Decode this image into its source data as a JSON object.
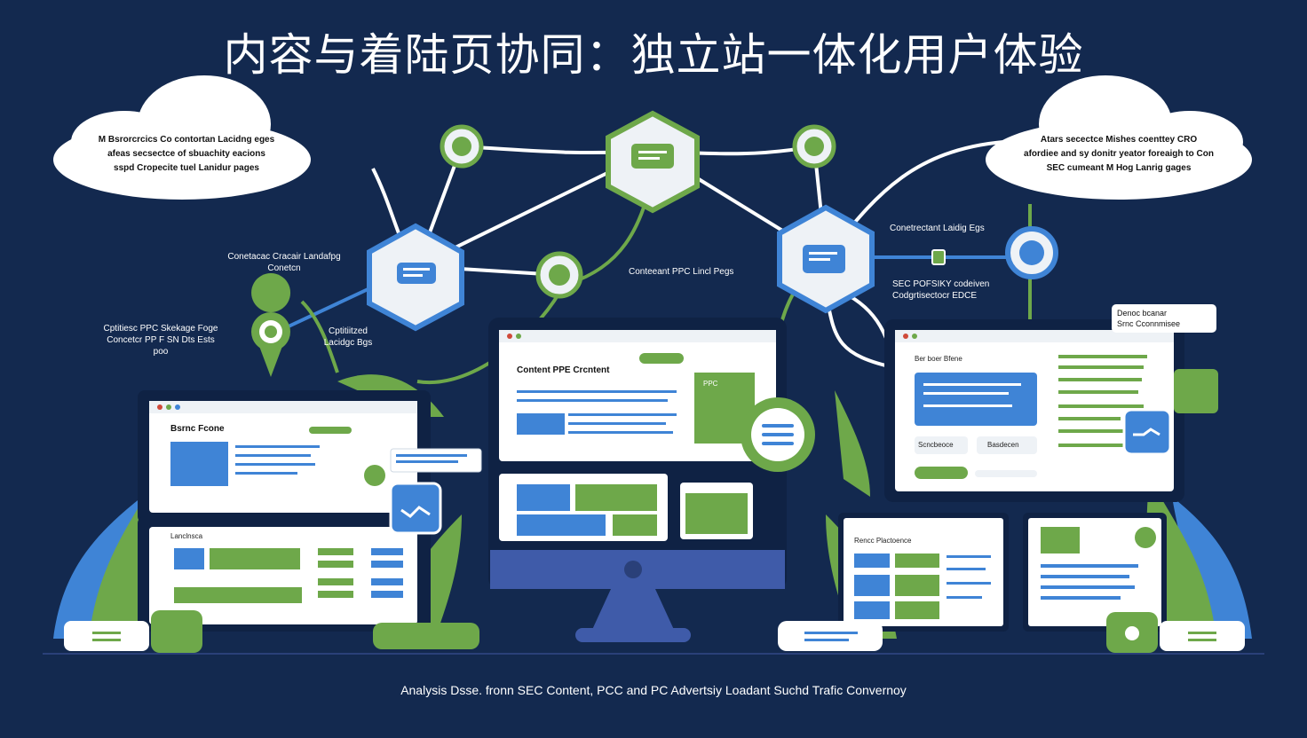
{
  "title": "内容与着陆页协同：独立站一体化用户体验",
  "colors": {
    "background": "#13294f",
    "green": "#6ea84a",
    "blue": "#3f84d6",
    "white": "#ffffff"
  },
  "clouds": {
    "left": {
      "line1": "M Bsrorcrcics Co contortan Lacidng eges",
      "line2": "afeas secsectce of sbuachity eacions",
      "line3": "sspd Cropecite tuel Lanidur pages"
    },
    "right": {
      "line1": "Atars secectce Mishes coenttey CRO",
      "line2": "afordiee and sy donitr yeator foreaigh to Con",
      "line3": "SEC cumeant M Hog Lanrig gages"
    }
  },
  "labels": {
    "left_node_line1": "Conetacac Cracair Landafpg",
    "left_node_line2": "Conetcn",
    "left_pin_line1": "Cptitiesc PPC Skekage Foge",
    "left_pin_line2": "Concetcr PP F SN Dts Ests",
    "left_pin_line3": "poo",
    "optimized_line1": "Cptitiitzed",
    "optimized_line2": "Lacidgc Bgs",
    "center_label": "Conteeant PPC Lincl Pegs",
    "right_node_line1": "Conetrectant Laidig Egs",
    "seo_line1": "SEC POFSIKY codeiven",
    "seo_line2": "Codgrtisectocr EDCE",
    "tag_line1": "Denoc bcanar",
    "tag_line2": "Srnc Cconnmisee"
  },
  "screens": {
    "left_top_title": "Bsrnc Fcone",
    "left_bottom_title": "Lanclnsca",
    "monitor_title": "Content PPE Crcntent",
    "monitor_panel_label": "PPC",
    "right_title": "Ber boer Bfene",
    "right_chip1": "Scncbeoce",
    "right_chip2": "Basdecen",
    "bottom_right_title": "Rencc Plactoence"
  },
  "caption": "Analysis Dsse. fronn SEC Content, PCC and PC Advertsiy Loadant Suchd Trafic Convernoy"
}
